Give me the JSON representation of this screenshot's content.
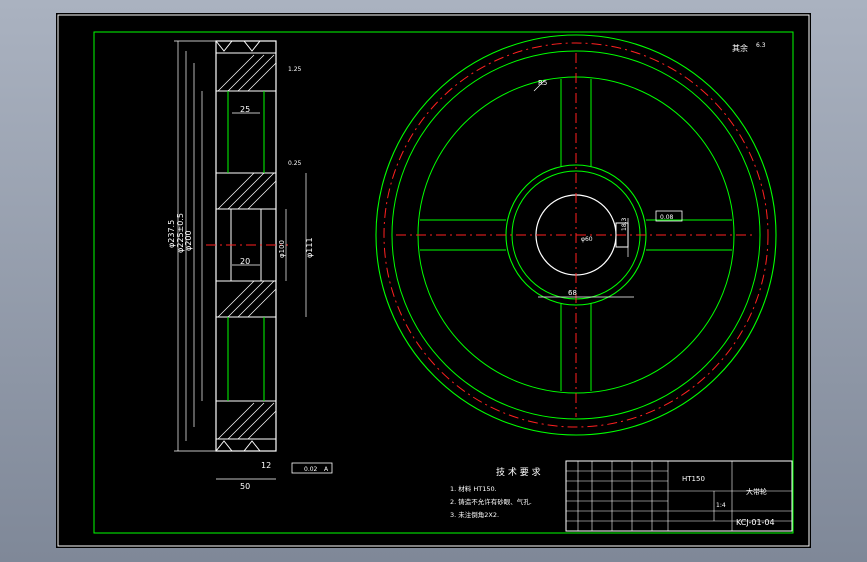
{
  "drawing": {
    "roughness_symbol": "其余",
    "roughness_value": "6.3",
    "left_view": {
      "dim_outer": "φ237.5",
      "dim_pitch": "φ225±0.5",
      "dim_root": "φ200",
      "dim_bore": "φ100",
      "dim_hub": "φ111",
      "dim_50": "50",
      "dim_25": "25",
      "dim_12": "12",
      "dim_slot": "20",
      "chamfer_top": "1.25",
      "chamfer_mid": "0.25",
      "tol_top": "0.02",
      "tol_datum": "A"
    },
    "front_view": {
      "radius_label": "R5",
      "key_width": "68",
      "key_depth": "18.3",
      "bore_dim": "φ60",
      "pos_tol": "0.08"
    }
  },
  "notes": {
    "heading": "技 术 要 求",
    "items": [
      "1. 材料 HT150.",
      "2. 铸造不允许有砂眼、气孔.",
      "3. 未注倒角2X2."
    ]
  },
  "title_block": {
    "material": "HT150",
    "part_name": "大带轮",
    "drawing_no": "KCJ-01-04",
    "scale": "1:4"
  }
}
